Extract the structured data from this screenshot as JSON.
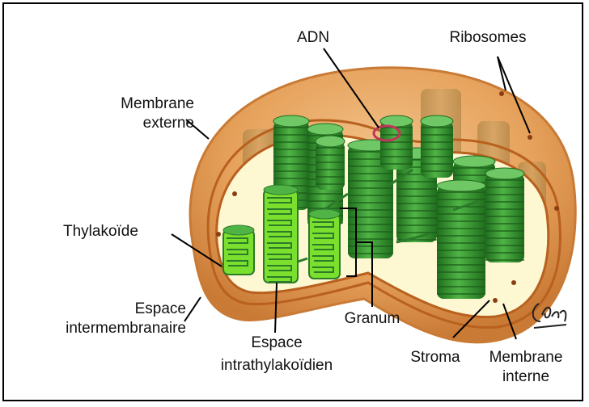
{
  "title": "",
  "labels": {
    "adn": "ADN",
    "ribosomes": "Ribosomes",
    "membrane_externe_1": "Membrane",
    "membrane_externe_2": "externe",
    "thylakoide": "Thylakoïde",
    "espace_inter_1": "Espace",
    "espace_inter_2": "intermembranaire",
    "espace_intra_1": "Espace",
    "espace_intra_2": "intrathylakoïdien",
    "granum": "Granum",
    "stroma": "Stroma",
    "membrane_interne_1": "Membrane",
    "membrane_interne_2": "interne"
  },
  "signature": "C.Proulx",
  "colors": {
    "outer_membrane": "#e6a25c",
    "outer_membrane_dark": "#c97a35",
    "inner_line": "#b9601f",
    "stroma": "#fdf7d2",
    "granum_green": "#2f8f2a",
    "granum_light": "#5cc14c",
    "thylakoid_bright": "#7be02d",
    "dna": "#c0355a"
  }
}
